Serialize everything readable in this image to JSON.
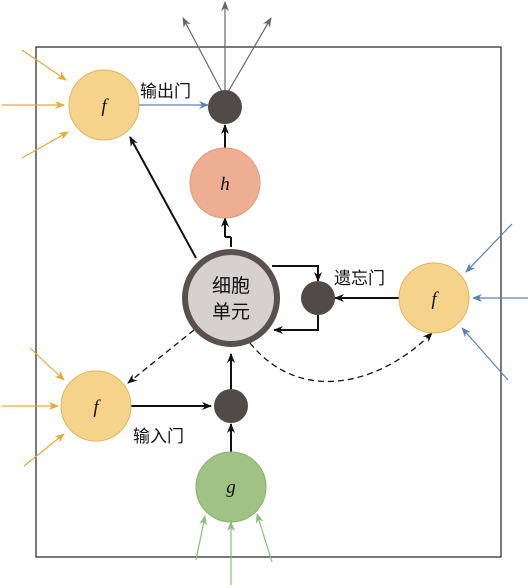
{
  "labels": {
    "output_gate": "输出门",
    "forget_gate": "遗忘门",
    "input_gate": "输入门",
    "cell_line1": "细胞",
    "cell_line2": "单元"
  },
  "nodes": {
    "output_activation": "f",
    "forget_activation": "f",
    "input_activation": "f",
    "hidden": "h",
    "candidate": "g"
  },
  "colors": {
    "activation_fill": "#f5d38a",
    "activation_edge": "#e3b55e",
    "hidden_fill": "#eeae92",
    "candidate_fill": "#9fc384",
    "gate_dot": "#524a47",
    "cell_fill": "#d5d1d1",
    "cell_ring": "#585150",
    "arrow_orange": "#e7a93a",
    "arrow_blue": "#5a82b8",
    "arrow_green": "#8bbd7a",
    "arrow_gray": "#666666",
    "frame": "#222222"
  }
}
